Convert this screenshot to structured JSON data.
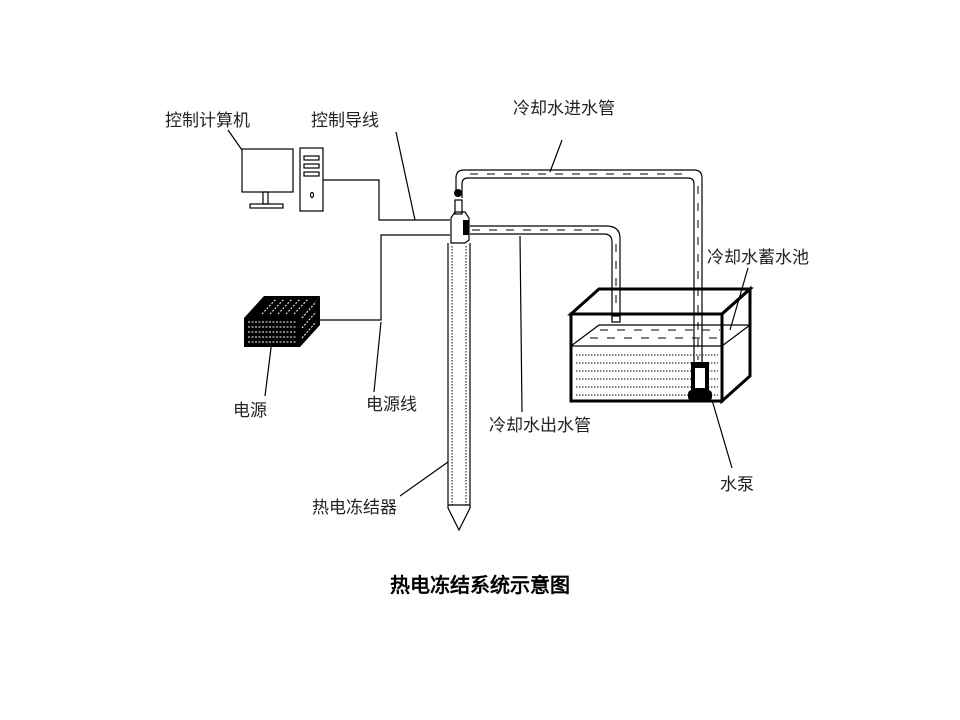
{
  "labels": {
    "computer": "控制计算机",
    "control_wire": "控制导线",
    "inlet_pipe": "冷却水进水管",
    "reservoir": "冷却水蓄水池",
    "power": "电源",
    "power_wire": "电源线",
    "outlet_pipe": "冷却水出水管",
    "pump": "水泵",
    "freezer": "热电冻结器"
  },
  "title": "热电冻结系统示意图"
}
